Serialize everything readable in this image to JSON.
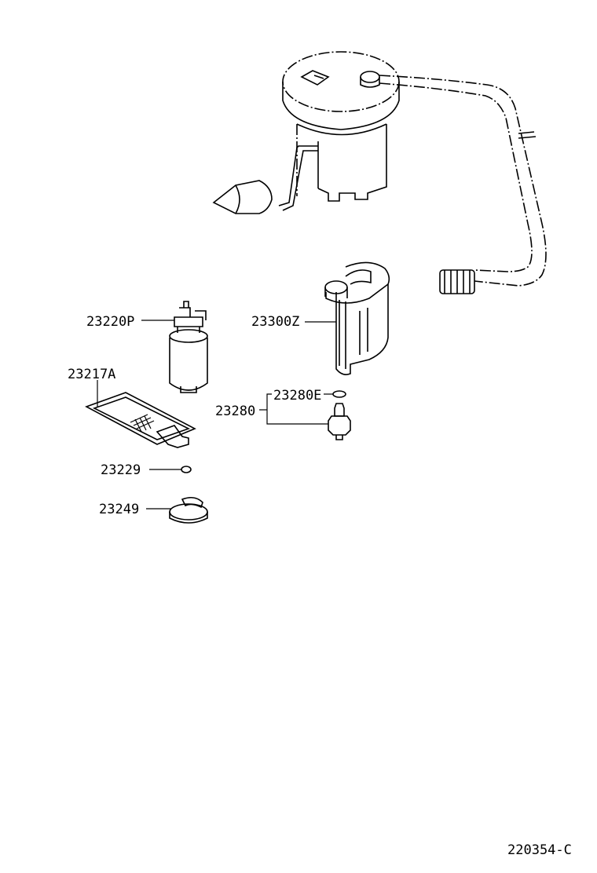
{
  "parts": {
    "p23220P": "23220P",
    "p23300Z": "23300Z",
    "p23217A": "23217A",
    "p23280E": "23280E",
    "p23280": "23280",
    "p23229": "23229",
    "p23249": "23249"
  },
  "diagram_id": "220354-C"
}
